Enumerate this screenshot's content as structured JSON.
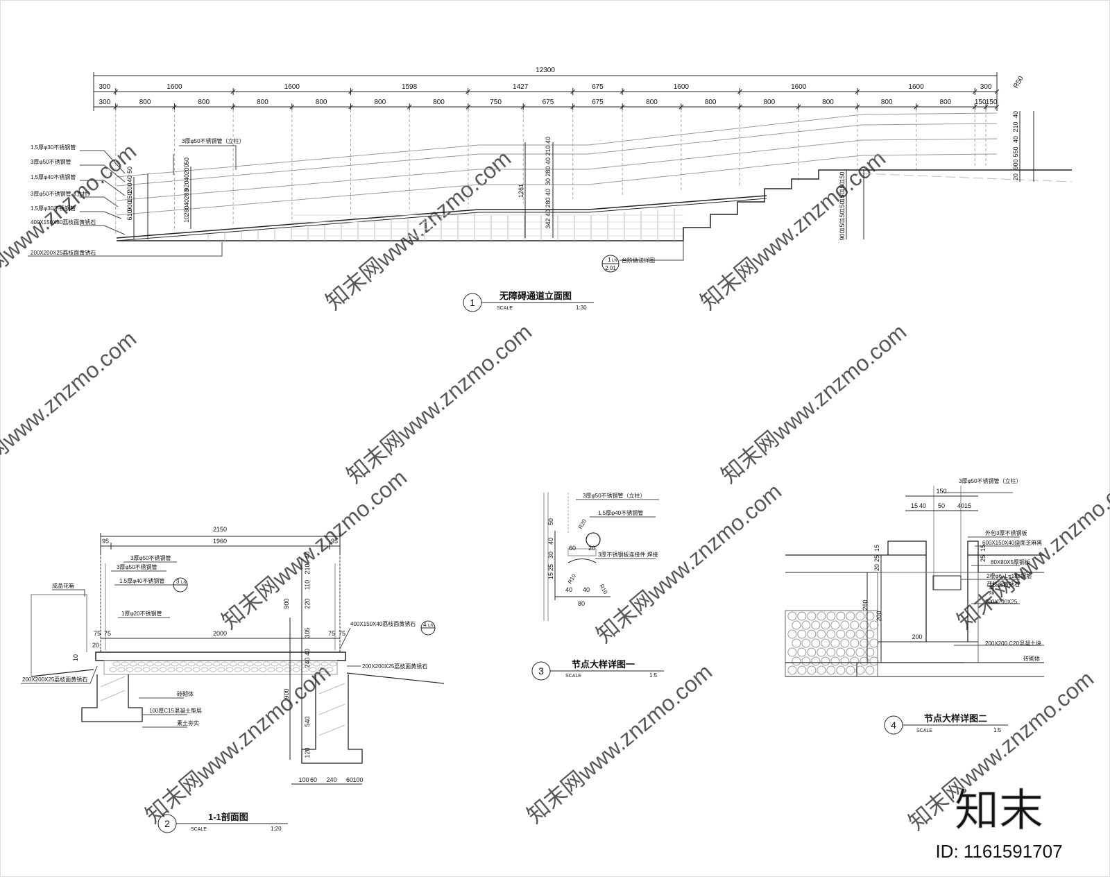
{
  "drawings": {
    "elevation": {
      "number": "1",
      "title": "无障碍通道立面图",
      "scale_label": "SCALE",
      "scale": "1:30",
      "dim_total": "12300",
      "dims_row1": [
        "300",
        "1600",
        "1600",
        "1598",
        "1427",
        "675",
        "1600",
        "1600",
        "1600",
        "300"
      ],
      "dims_row2": [
        "300",
        "800",
        "800",
        "800",
        "800",
        "800",
        "800",
        "750",
        "675",
        "675",
        "800",
        "800",
        "800",
        "800",
        "800",
        "800",
        "150",
        "150"
      ],
      "r_label": "R50",
      "labels_left": [
        "1.5厚φ30不锈钢管",
        "3厚φ50不锈钢管",
        "1.5厚φ40不锈钢管",
        "3厚φ50不锈钢管（立柱）",
        "1.5厚φ30不锈钢管",
        "400X150X80荔枝面黄锈石",
        "200X200X25荔枝面黄锈石"
      ],
      "label_post": "3厚φ50不锈钢管（立柱）",
      "left_vdims": [
        "50",
        "40",
        "200",
        "150",
        "900",
        "610"
      ],
      "vdims_a": [
        "50",
        "200",
        "40",
        "920",
        "280",
        "40",
        "280",
        "10"
      ],
      "vdims_mid": [
        "40",
        "210",
        "40",
        "280",
        "30",
        "40",
        "280",
        "40",
        "342"
      ],
      "mid_total": "1261",
      "right_vdims": [
        "150",
        "150",
        "150",
        "150",
        "150",
        "150",
        "900"
      ],
      "far_vdims": [
        "40",
        "210",
        "40",
        "550",
        "900",
        "20"
      ],
      "callout_text": "台阶做法详图",
      "callout_top": "1",
      "callout_ln": "LN",
      "callout_page": "2.01"
    },
    "section": {
      "number": "2",
      "title": "1-1剖面图",
      "scale_label": "SCALE",
      "scale": "1:20",
      "dim_total": "2150",
      "dims_top": [
        "95",
        "1960",
        "95"
      ],
      "dims_inner": [
        "75",
        "75",
        "2000",
        "75",
        "75"
      ],
      "dims_bottom": [
        "100",
        "60",
        "240",
        "60",
        "100"
      ],
      "right_vdims": [
        "40",
        "210",
        "110",
        "220",
        "900",
        "305",
        "40",
        "240",
        "900",
        "540",
        "120"
      ],
      "labels": [
        "3厚φ50不锈钢管",
        "3厚φ50不锈钢管",
        "1.5厚φ40不锈钢管",
        "1厚φ20不锈钢管",
        "成品花箱",
        "400X150X40荔枝面黄锈石",
        "200X200X25荔枝面黄锈石",
        "200X200X25荔枝面黄锈石",
        "砖砌体",
        "100厚C15混凝土垫层",
        "素土夯实"
      ],
      "callout3": "3",
      "callout4": "4",
      "callout_ln": "LN",
      "small_dims": [
        "10",
        "20"
      ]
    },
    "detail1": {
      "number": "3",
      "title": "节点大样详图一",
      "scale_label": "SCALE",
      "scale": "1:5",
      "labels": [
        "3厚φ50不锈钢管（立柱）",
        "1.5厚φ40不锈钢管",
        "3厚不锈钢板连接件  焊接"
      ],
      "r_labels": [
        "R20",
        "R10",
        "R10"
      ],
      "dims": [
        "50",
        "40",
        "30",
        "25",
        "15",
        "60",
        "20",
        "40",
        "40",
        "80"
      ]
    },
    "detail2": {
      "number": "4",
      "title": "节点大样详图二",
      "scale_label": "SCALE",
      "scale": "1:5",
      "labels": [
        "3厚φ50不锈钢管（立柱）",
        "外包3厚不锈钢板",
        "600X150X40烧面芝麻黑",
        "80X80X5厚钢板",
        "2根φ6, L=180钢筋",
        "荔枝面黄锈石",
        "200X200X25",
        "200X200 C20混凝土块",
        "砖砌体",
        "混凝土"
      ],
      "dims_top": [
        "150",
        "15",
        "40",
        "50",
        "40",
        "15"
      ],
      "vdims": [
        "15",
        "25",
        "20",
        "260",
        "200",
        "15",
        "25"
      ],
      "dim_bottom": "200"
    }
  },
  "watermark": {
    "text": "知末网www.znzmo.com",
    "brand": "知末",
    "id": "ID: 1161591707"
  },
  "colors": {
    "line": "#222222",
    "light": "#9a9a9a",
    "watermark": "#d9d9d9"
  }
}
